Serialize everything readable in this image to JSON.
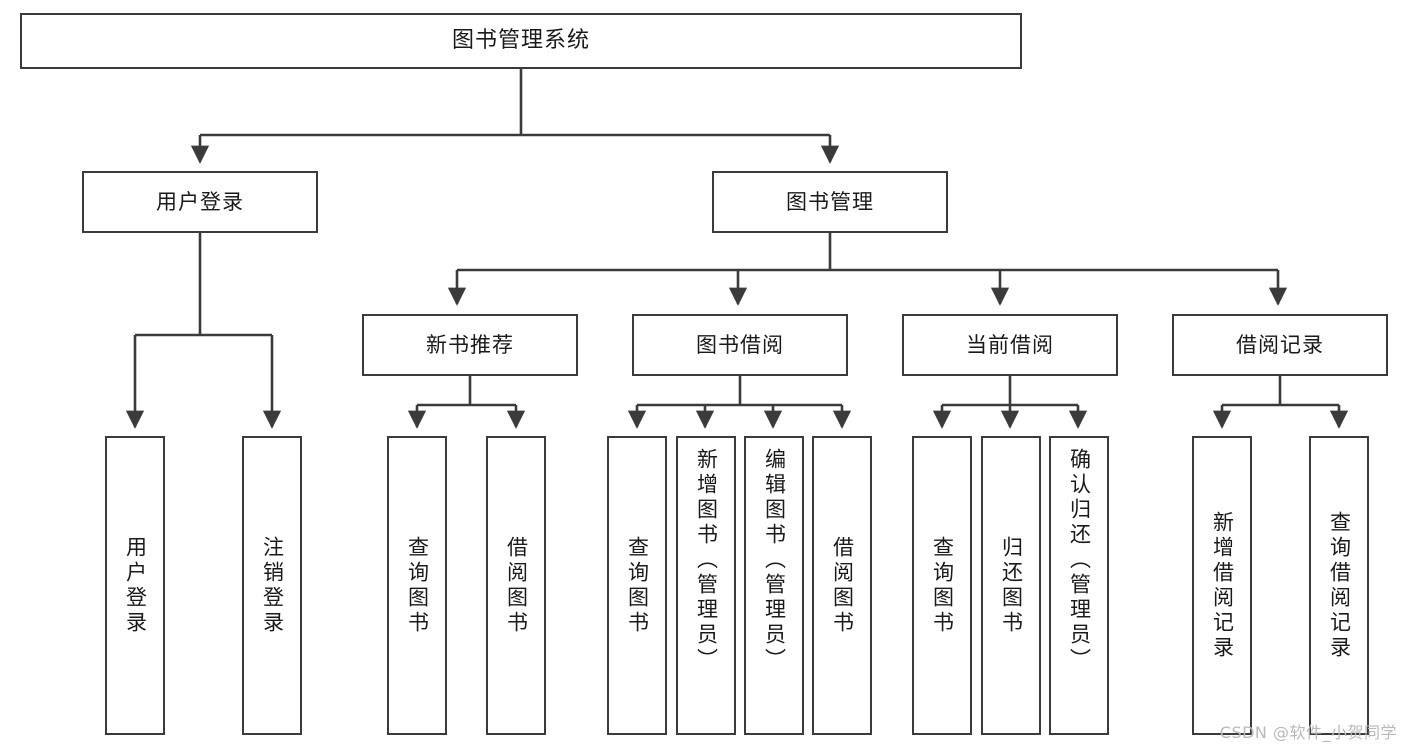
{
  "diagram": {
    "type": "tree",
    "title": "图书管理系统",
    "watermark": "CSDN @软件_小贺同学",
    "colors": {
      "box_border": "#3b3b3b",
      "box_fill": "#ffffff",
      "connector": "#3b3b3b",
      "text": "#1a1a1a",
      "watermark": "#b9b9b9",
      "background": "#ffffff"
    },
    "root": {
      "label": "图书管理系统"
    },
    "level2": [
      {
        "label": "用户登录"
      },
      {
        "label": "图书管理"
      }
    ],
    "level3": [
      {
        "label": "新书推荐"
      },
      {
        "label": "图书借阅"
      },
      {
        "label": "当前借阅"
      },
      {
        "label": "借阅记录"
      }
    ],
    "leaves": {
      "user_login": [
        {
          "label": "用户登录"
        },
        {
          "label": "注销登录"
        }
      ],
      "new_book_recommend": [
        {
          "label": "查询图书"
        },
        {
          "label": "借阅图书"
        }
      ],
      "book_borrow": [
        {
          "label": "查询图书"
        },
        {
          "label": "新增图书（管理员）"
        },
        {
          "label": "编辑图书（管理员）"
        },
        {
          "label": "借阅图书"
        }
      ],
      "current_borrow": [
        {
          "label": "查询图书"
        },
        {
          "label": "归还图书"
        },
        {
          "label": "确认归还（管理员）"
        }
      ],
      "borrow_record": [
        {
          "label": "新增借阅记录"
        },
        {
          "label": "查询借阅记录"
        }
      ]
    }
  }
}
